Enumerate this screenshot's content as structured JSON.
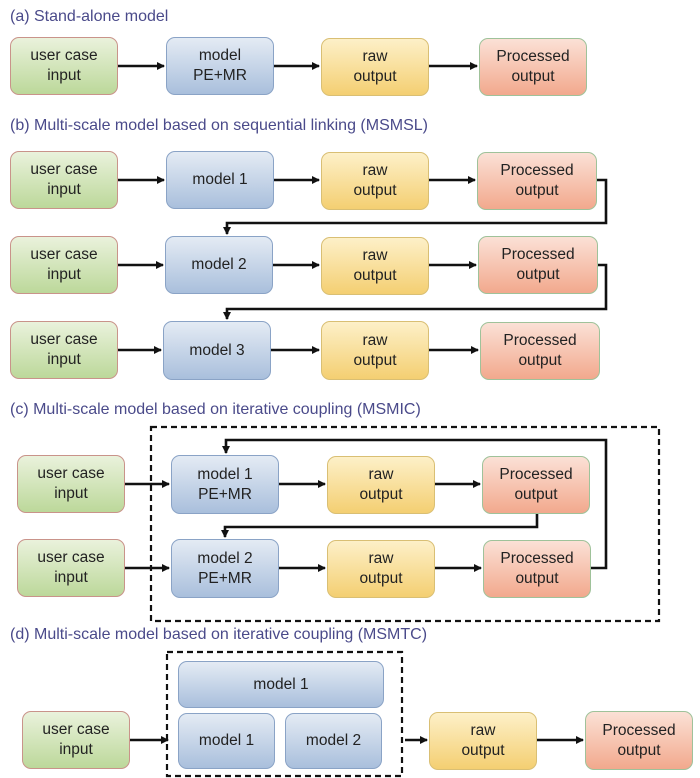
{
  "sections": {
    "a": {
      "title": "(a) Stand-alone model"
    },
    "b": {
      "title": "(b) Multi-scale model based on sequential linking (MSMSL)"
    },
    "c": {
      "title": "(c) Multi-scale model based on iterative coupling (MSMIC)"
    },
    "d": {
      "title": "(d) Multi-scale model based on iterative coupling (MSMTC)"
    }
  },
  "labels": {
    "user_case": [
      "user case",
      "input"
    ],
    "raw": [
      "raw",
      "output"
    ],
    "processed": [
      "Processed",
      "output"
    ],
    "model_pe": [
      "model",
      "PE+MR"
    ],
    "model1": "model 1",
    "model2": "model 2",
    "model3": "model 3",
    "model1_pe": [
      "model 1",
      "PE+MR"
    ],
    "model2_pe": [
      "model 2",
      "PE+MR"
    ]
  },
  "colors": {
    "title": "#4a4a8a",
    "input": "#bcd89a",
    "model": "#a9bfdc",
    "raw": "#f4cf72",
    "processed": "#f2a98d"
  }
}
